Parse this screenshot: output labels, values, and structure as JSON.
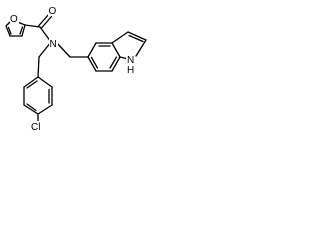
{
  "molecule": {
    "atoms": {
      "furan_oxygen": "O",
      "carbonyl_oxygen": "O",
      "amide_nitrogen": "N",
      "indole_nitrogen": "N",
      "indole_hydrogen": "H",
      "chlorine": "Cl"
    }
  }
}
